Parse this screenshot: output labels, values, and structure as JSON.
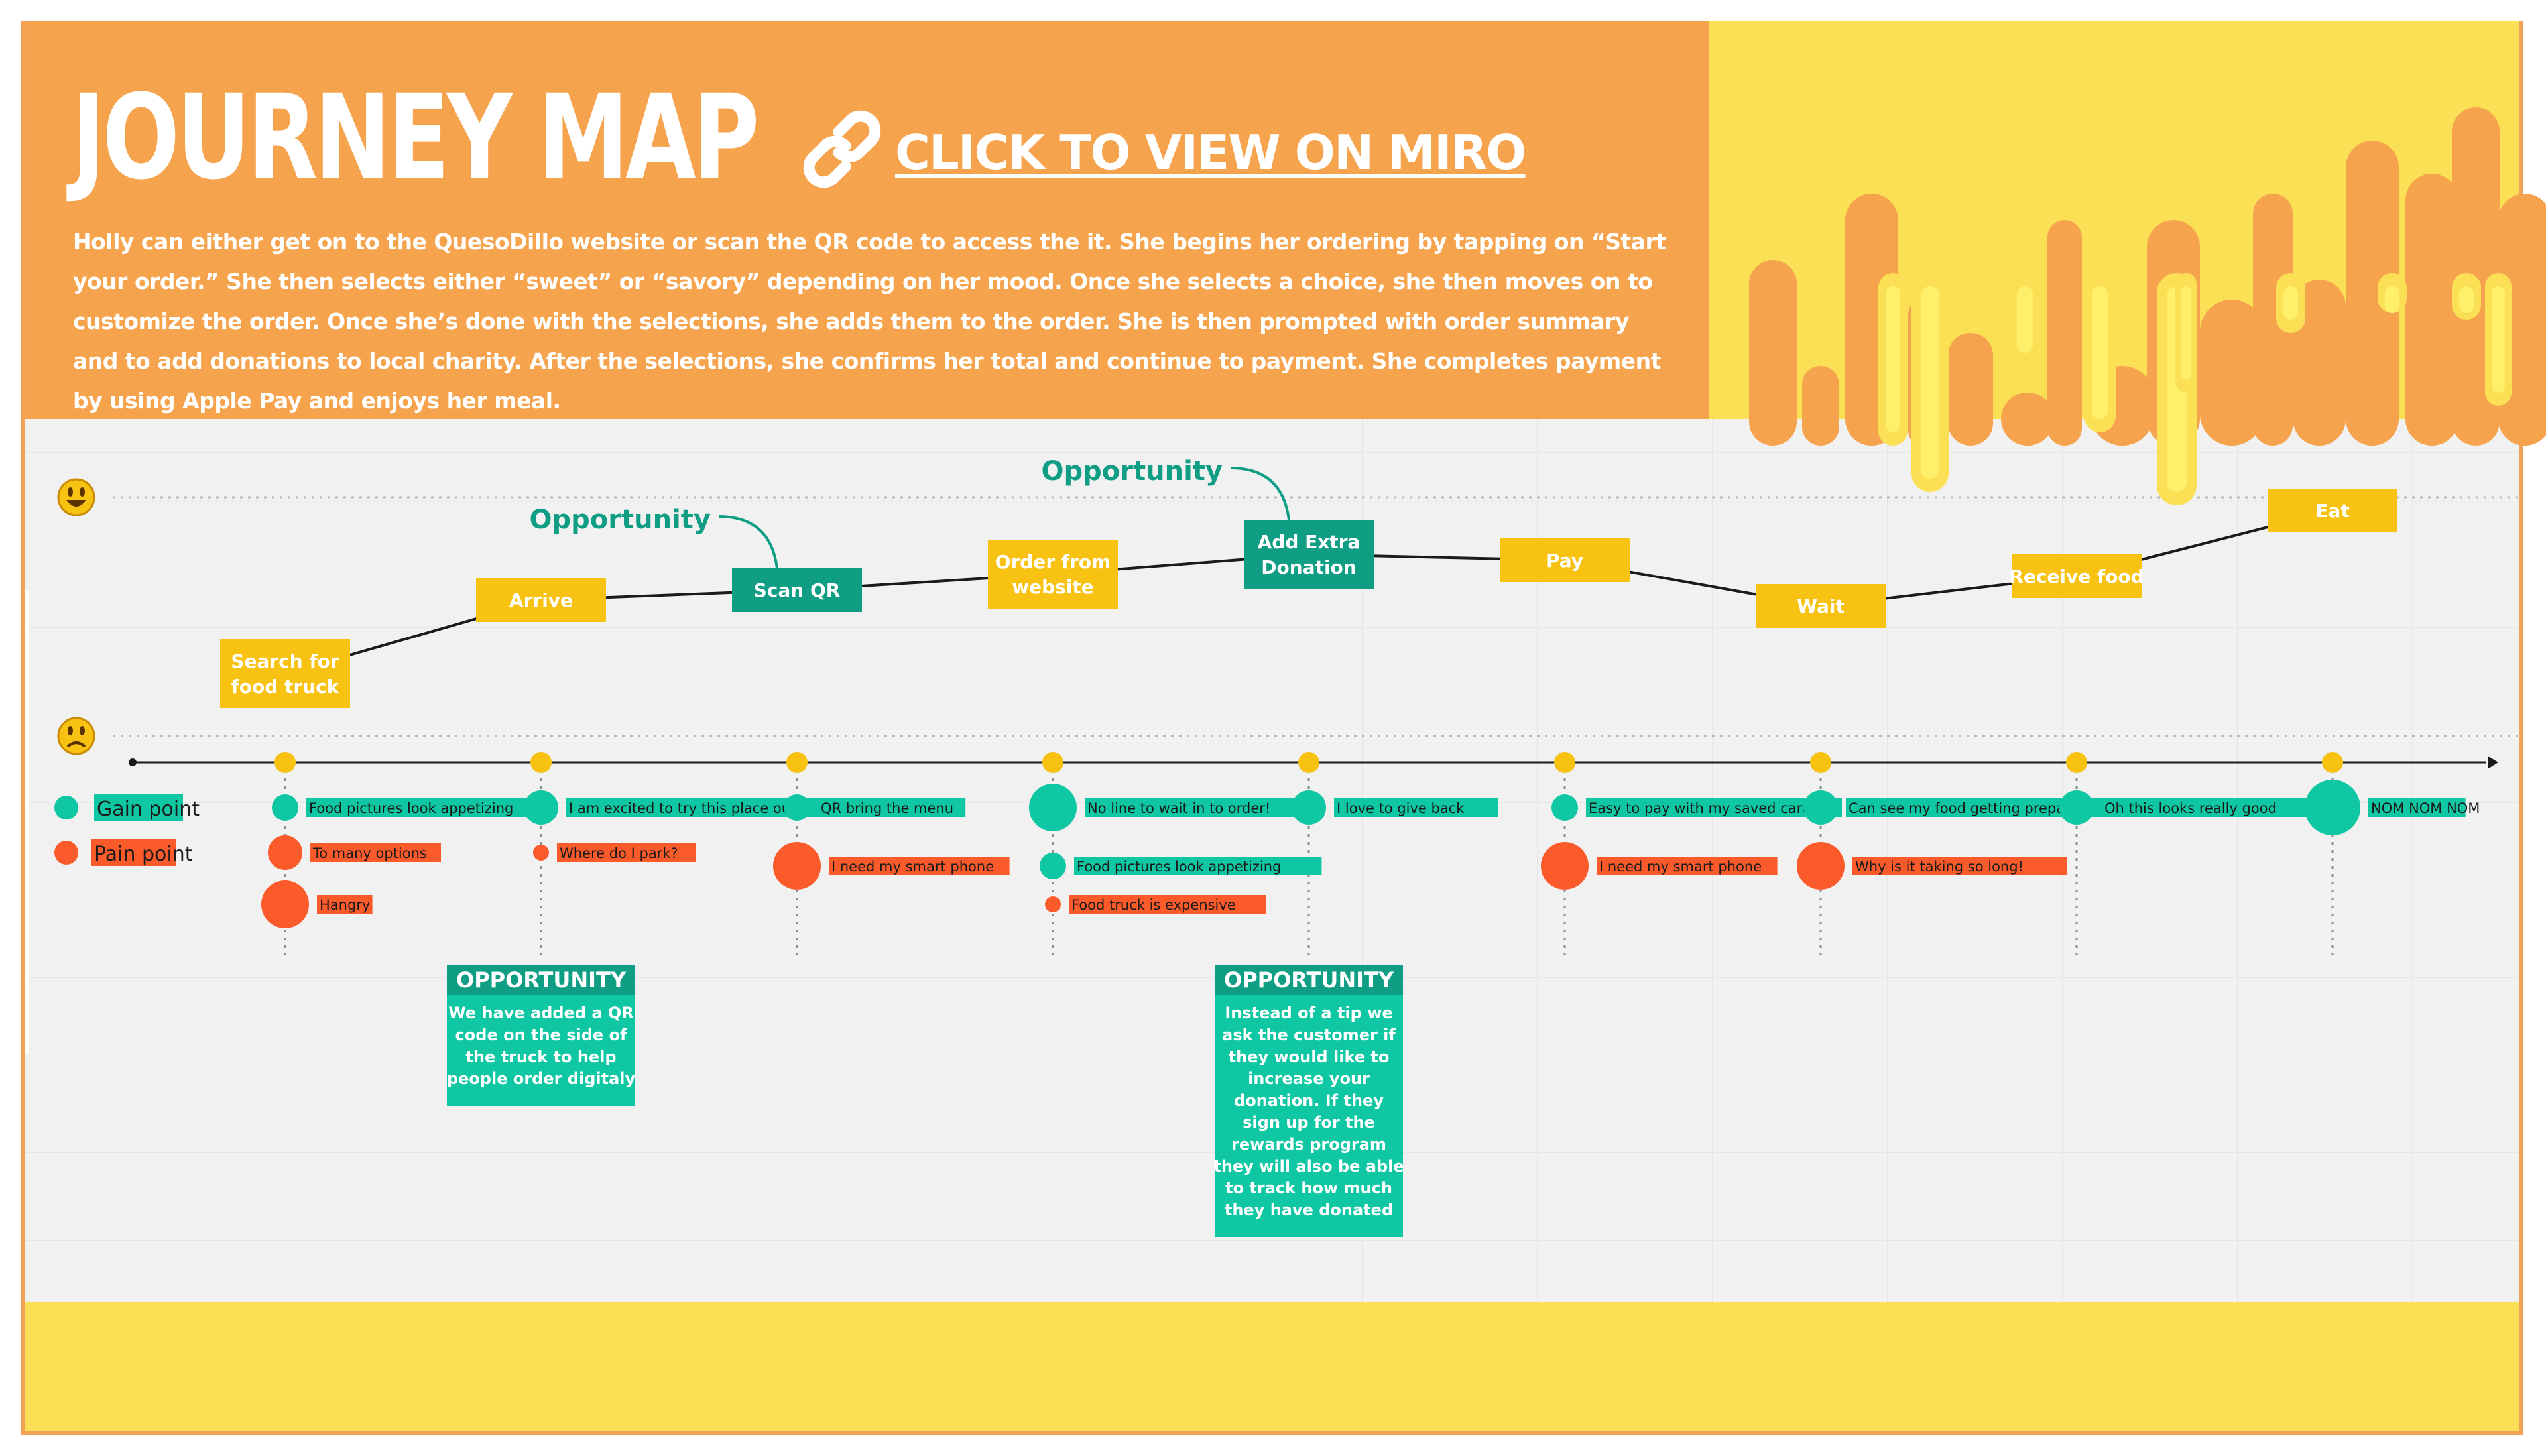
{
  "header": {
    "title": "JOURNEY MAP",
    "link_label": "CLICK TO VIEW ON MIRO",
    "description": "Holly can either get on to the QuesoDillo website or scan the QR code to access the it. She begins her ordering by tapping on “Start your order.” She then selects either “sweet” or “savory” depending on her mood. Once she selects a choice, she then moves on to customize the order. Once she’s done with the selections, she adds them to the order. She is then prompted with order summary and to add donations to local charity. After the selections, she confirms her total and continue to payment. She completes payment by using Apple Pay and enjoys her meal."
  },
  "legend": {
    "gain": "Gain point",
    "pain": "Pain point"
  },
  "moods": {
    "happy": "happy-face",
    "sad": "sad-face"
  },
  "colors": {
    "orange": "#f6a34d",
    "yellow": "#fbe056",
    "step_yellow": "#f8c212",
    "teal": "#0f9e84",
    "gain": "#10c7a3",
    "pain": "#fb5a2b",
    "timeline_dot": "#f8c212"
  },
  "chart_data": {
    "type": "journey-map",
    "mood_scale": [
      "sad",
      "happy"
    ],
    "steps": [
      {
        "label": "Search for food truck",
        "lines": [
          "Search for",
          "food truck"
        ],
        "mood": 0.18,
        "style": "yellow"
      },
      {
        "label": "Arrive",
        "lines": [
          "Arrive"
        ],
        "mood": 0.55,
        "style": "yellow"
      },
      {
        "label": "Scan QR",
        "lines": [
          "Scan QR"
        ],
        "mood": 0.6,
        "style": "teal"
      },
      {
        "label": "Order from website",
        "lines": [
          "Order from",
          "website"
        ],
        "mood": 0.68,
        "style": "yellow"
      },
      {
        "label": "Add Extra Donation",
        "lines": [
          "Add Extra",
          "Donation"
        ],
        "mood": 0.78,
        "style": "teal"
      },
      {
        "label": "Pay",
        "lines": [
          "Pay"
        ],
        "mood": 0.75,
        "style": "yellow"
      },
      {
        "label": "Wait",
        "lines": [
          "Wait"
        ],
        "mood": 0.52,
        "style": "yellow"
      },
      {
        "label": "Receive food",
        "lines": [
          "Receive food"
        ],
        "mood": 0.67,
        "style": "yellow"
      },
      {
        "label": "Eat",
        "lines": [
          "Eat"
        ],
        "mood": 1.0,
        "style": "yellow"
      }
    ],
    "opportunity_callouts": [
      {
        "step": 2,
        "label": "Opportunity"
      },
      {
        "step": 4,
        "label": "Opportunity"
      }
    ],
    "points": [
      {
        "step": 0,
        "type": "gain",
        "size": 1,
        "text": "Food pictures look appetizing"
      },
      {
        "step": 0,
        "type": "pain",
        "size": 2,
        "text": "To many options"
      },
      {
        "step": 0,
        "type": "pain",
        "size": 3,
        "text": "Hangry"
      },
      {
        "step": 1,
        "type": "gain",
        "size": 2,
        "text": "I am excited to try this place out!"
      },
      {
        "step": 1,
        "type": "pain",
        "size": 0,
        "text": "Where do I park?"
      },
      {
        "step": 2,
        "type": "gain",
        "size": 1,
        "text": "QR bring the menu"
      },
      {
        "step": 2,
        "type": "pain",
        "size": 3,
        "text": "I need my smart phone"
      },
      {
        "step": 3,
        "type": "gain",
        "size": 3,
        "text": "No line to wait in to order!"
      },
      {
        "step": 3,
        "type": "gain",
        "size": 1,
        "text": "Food pictures look appetizing"
      },
      {
        "step": 3,
        "type": "pain",
        "size": 0,
        "text": "Food truck is expensive"
      },
      {
        "step": 4,
        "type": "gain",
        "size": 2,
        "text": "I love to give back"
      },
      {
        "step": 5,
        "type": "gain",
        "size": 1,
        "text": "Easy to pay with my saved card"
      },
      {
        "step": 5,
        "type": "pain",
        "size": 3,
        "text": "I need my smart phone"
      },
      {
        "step": 6,
        "type": "gain",
        "size": 2,
        "text": "Can see my food getting prepared"
      },
      {
        "step": 6,
        "type": "pain",
        "size": 3,
        "text": "Why is it taking so long!"
      },
      {
        "step": 7,
        "type": "gain",
        "size": 2,
        "text": "Oh this looks really good"
      },
      {
        "step": 8,
        "type": "gain",
        "size": 4,
        "text": "NOM NOM NOM"
      }
    ],
    "opportunity_cards": [
      {
        "step": 1,
        "title": "OPPORTUNITY",
        "lines": [
          "We have added a QR",
          "code on the side of",
          "the truck to help",
          "people order digitaly"
        ]
      },
      {
        "step": 4,
        "title": "OPPORTUNITY",
        "lines": [
          "Instead of a tip we",
          "ask the customer if",
          "they would like to",
          "increase your",
          "donation.  If they",
          "sign up for the",
          "rewards program",
          "they will also be able",
          "to track how much",
          "they have donated"
        ]
      }
    ]
  }
}
